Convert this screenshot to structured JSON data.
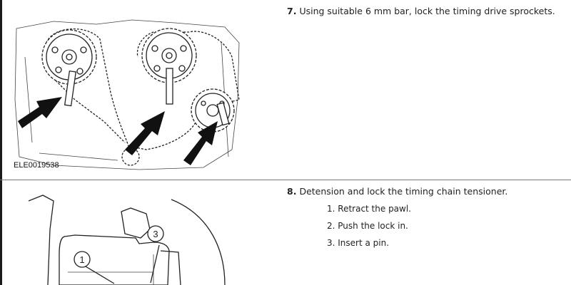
{
  "step7": {
    "number": "7.",
    "text": "Using suitable 6 mm bar, lock the timing drive sprockets."
  },
  "figure1": {
    "caption": "ELE0019538"
  },
  "step8": {
    "number": "8.",
    "text": "Detension and lock the timing chain tensioner.",
    "substeps": [
      "1. Retract the pawl.",
      "2. Push the lock in.",
      "3. Insert a pin."
    ]
  },
  "figure2": {
    "callouts": [
      "1",
      "3"
    ]
  }
}
